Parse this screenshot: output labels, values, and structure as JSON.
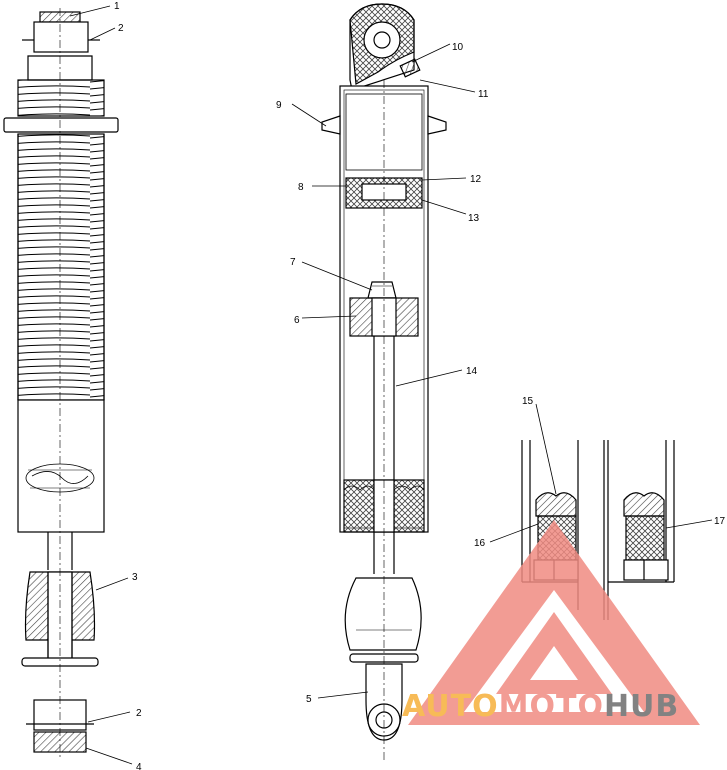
{
  "callouts": {
    "c1": "1",
    "c2a": "2",
    "c3": "3",
    "c2b": "2",
    "c4": "4",
    "c10": "10",
    "c11": "11",
    "c9": "9",
    "c12": "12",
    "c8": "8",
    "c13": "13",
    "c7": "7",
    "c6": "6",
    "c14": "14",
    "c5": "5",
    "c15": "15",
    "c16": "16",
    "c17": "17"
  },
  "watermark": {
    "part1": "AUTO",
    "part2": "MOTO",
    "part3": "HUB"
  },
  "colors": {
    "line": "#000000",
    "hatch": "#555555",
    "watermark_red": "#f08b82",
    "watermark_orange": "#f6b03a",
    "watermark_gray": "#6d6d6d"
  }
}
